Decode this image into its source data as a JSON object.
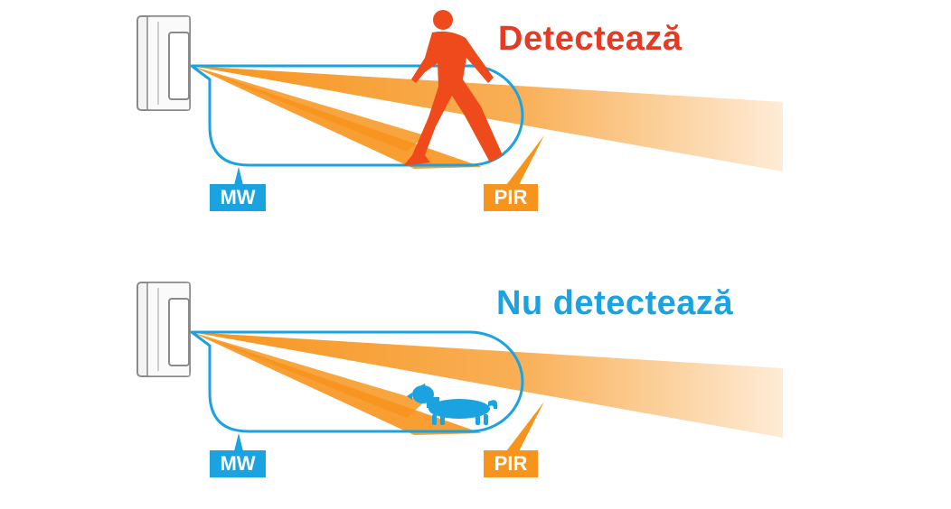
{
  "colors": {
    "detect": "#e53a24",
    "no_detect": "#1aa3e0",
    "mw": "#1aa3e0",
    "pir": "#f7941d",
    "beam": "#f7941d",
    "sensor_stroke": "#8a8a8a"
  },
  "icons": {
    "sensor": "pir-microwave-sensor-icon",
    "person": "walking-person-icon",
    "dog": "dachshund-dog-icon"
  },
  "panels": [
    {
      "status_text": "Detectează",
      "status_color": "#e53a24",
      "mw_label": "MW",
      "pir_label": "PIR",
      "subject": "person"
    },
    {
      "status_text": "Nu detectează",
      "status_color": "#1aa3e0",
      "mw_label": "MW",
      "pir_label": "PIR",
      "subject": "dog"
    }
  ]
}
